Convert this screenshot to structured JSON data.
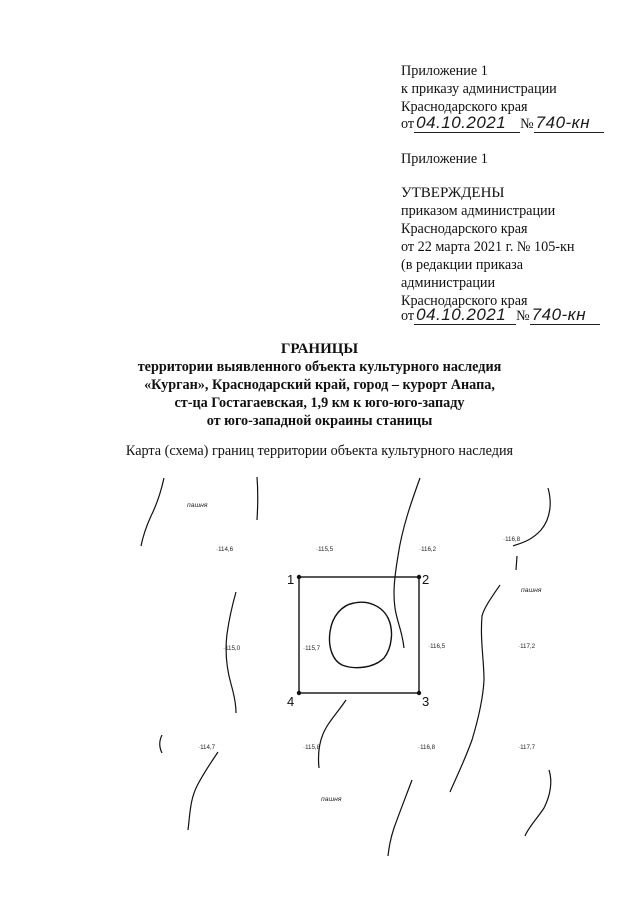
{
  "appendix1": {
    "line1": "Приложение 1",
    "line2": "к приказу администрации",
    "line3": "Краснодарского края",
    "from_prefix": "от",
    "date_handwritten": "04.10.2021",
    "no_prefix": "№",
    "number_handwritten": "740-кн"
  },
  "appendix1_label": "Приложение 1",
  "approved": {
    "title": "УТВЕРЖДЕНЫ",
    "line1": "приказом администрации",
    "line2": "Краснодарского края",
    "line3": "от 22 марта 2021 г. № 105-кн",
    "line4": "(в редакции приказа",
    "line5": "администрации",
    "line6": "Краснодарского края",
    "from_prefix": "от",
    "date_handwritten": "04.10.2021",
    "no_prefix": "№",
    "number_handwritten": "740-кн"
  },
  "heading": {
    "title": "ГРАНИЦЫ",
    "line1": "территории выявленного объекта культурного наследия",
    "line2": "«Курган», Краснодарский край, город – курорт Анапа,",
    "line3": "ст-ца Гостагаевская, 1,9 км к юго-юго-западу",
    "line4": "от юго-западной окраины станицы"
  },
  "map_caption": "Карта (схема) границ территории объекта культурного наследия",
  "map": {
    "field_label": "пашня",
    "elevations": [
      "114,6",
      "115,5",
      "116,2",
      "116,8",
      "115,0",
      "115,7",
      "116,5",
      "117,2",
      "114,7",
      "115,8",
      "116,8",
      "117,7"
    ],
    "corners": [
      "1",
      "2",
      "3",
      "4"
    ]
  }
}
